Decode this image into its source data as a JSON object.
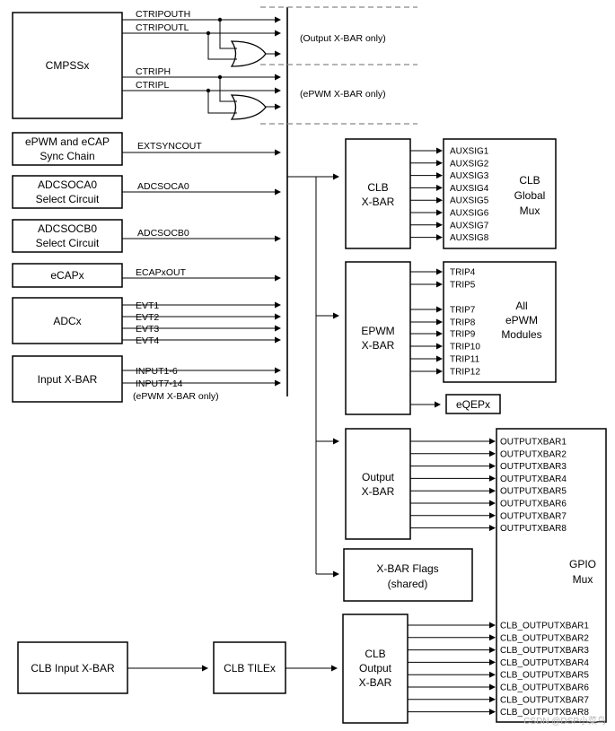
{
  "boxes": {
    "cmpss": "CMPSSx",
    "epwm_sync": [
      "ePWM and eCAP",
      "Sync Chain"
    ],
    "adcsoca": [
      "ADCSOCA0",
      "Select Circuit"
    ],
    "adcsocb": [
      "ADCSOCB0",
      "Select Circuit"
    ],
    "ecap": "eCAPx",
    "adc": "ADCx",
    "input_xbar": "Input X-BAR",
    "clb_xbar": [
      "CLB",
      "X-BAR"
    ],
    "clb_global_mux": [
      "CLB",
      "Global",
      "Mux"
    ],
    "epwm_xbar": [
      "EPWM",
      "X-BAR"
    ],
    "all_epwm": [
      "All",
      "ePWM",
      "Modules"
    ],
    "eqep": "eQEPx",
    "output_xbar": [
      "Output",
      "X-BAR"
    ],
    "xbar_flags": [
      "X-BAR Flags",
      "(shared)"
    ],
    "gpio_mux": [
      "GPIO",
      "Mux"
    ],
    "clb_input_xbar": "CLB Input X-BAR",
    "clb_tile": "CLB TILEx",
    "clb_output_xbar": [
      "CLB",
      "Output",
      "X-BAR"
    ]
  },
  "signals": {
    "ctripouth": "CTRIPOUTH",
    "ctripoutl": "CTRIPOUTL",
    "ctriph": "CTRIPH",
    "ctripl": "CTRIPL",
    "extsyncout": "EXTSYNCOUT",
    "adcsoca0": "ADCSOCA0",
    "adcsocb0": "ADCSOCB0",
    "ecapxout": "ECAPxOUT",
    "evt": [
      "EVT1",
      "EVT2",
      "EVT3",
      "EVT4"
    ],
    "input16": "INPUT1-6",
    "input714": "INPUT7-14",
    "epwm_only_input": "(ePWM X-BAR only)"
  },
  "notes": {
    "output_only": "(Output X-BAR only)",
    "epwm_only": "(ePWM X-BAR only)"
  },
  "auxsig": [
    "AUXSIG1",
    "AUXSIG2",
    "AUXSIG3",
    "AUXSIG4",
    "AUXSIG5",
    "AUXSIG6",
    "AUXSIG7",
    "AUXSIG8"
  ],
  "trip": [
    "TRIP4",
    "TRIP5",
    "TRIP7",
    "TRIP8",
    "TRIP9",
    "TRIP10",
    "TRIP11",
    "TRIP12"
  ],
  "outputxbar": [
    "OUTPUTXBAR1",
    "OUTPUTXBAR2",
    "OUTPUTXBAR3",
    "OUTPUTXBAR4",
    "OUTPUTXBAR5",
    "OUTPUTXBAR6",
    "OUTPUTXBAR7",
    "OUTPUTXBAR8"
  ],
  "clb_outputxbar": [
    "CLB_OUTPUTXBAR1",
    "CLB_OUTPUTXBAR2",
    "CLB_OUTPUTXBAR3",
    "CLB_OUTPUTXBAR4",
    "CLB_OUTPUTXBAR5",
    "CLB_OUTPUTXBAR6",
    "CLB_OUTPUTXBAR7",
    "CLB_OUTPUTXBAR8"
  ],
  "watermark": "CSDN @DSP小菜鸟"
}
